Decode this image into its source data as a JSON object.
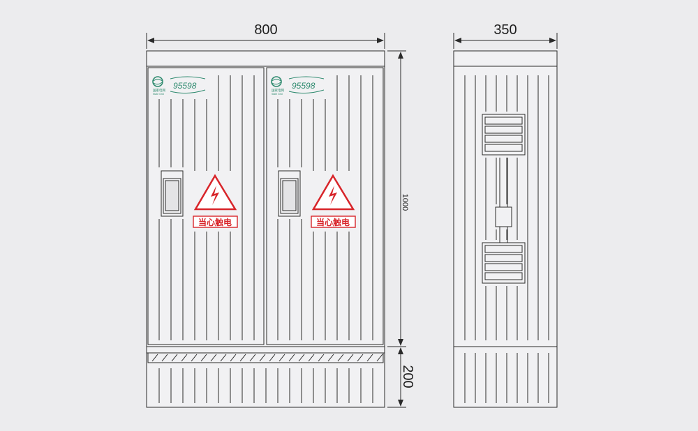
{
  "dimensions": {
    "front_width": "800",
    "side_width": "350",
    "cabinet_height": "1000",
    "base_height": "200"
  },
  "doors": [
    {
      "warning_label": "当心触电",
      "logo_text": "95598",
      "brand_caption": "国家电网",
      "brand_caption_en": "State Grid"
    },
    {
      "warning_label": "当心触电",
      "logo_text": "95598",
      "brand_caption": "国家电网",
      "brand_caption_en": "State Grid"
    }
  ],
  "colors": {
    "background": "#ececee",
    "line": "#2a2a2a",
    "warning_red": "#d8252a",
    "brand_green": "#2d8a6e"
  }
}
